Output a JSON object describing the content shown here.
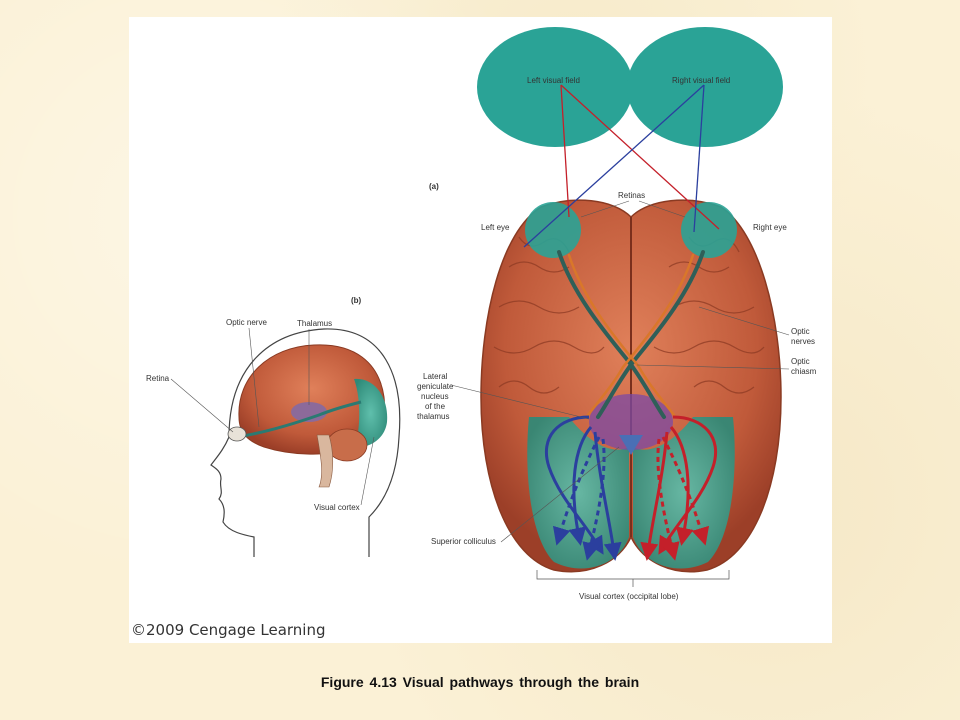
{
  "figure": {
    "panel_a_tag": "(a)",
    "panel_b_tag": "(b)",
    "panel_a_labels": {
      "left_visual_field": "Left visual field",
      "right_visual_field": "Right visual field",
      "retinas": "Retinas",
      "left_eye": "Left eye",
      "right_eye": "Right eye",
      "optic_nerves_1": "Optic",
      "optic_nerves_2": "nerves",
      "optic_chiasm_1": "Optic",
      "optic_chiasm_2": "chiasm",
      "lgn_1": "Lateral",
      "lgn_2": "geniculate",
      "lgn_3": "nucleus",
      "lgn_4": "of the",
      "lgn_5": "thalamus",
      "superior_colliculus": "Superior colliculus",
      "visual_cortex_occipital": "Visual cortex (occipital lobe)"
    },
    "panel_b_labels": {
      "optic_nerve": "Optic nerve",
      "thalamus": "Thalamus",
      "retina": "Retina",
      "visual_cortex": "Visual cortex"
    },
    "colors": {
      "visual_field": "#2aa396",
      "brain": "#c8603f",
      "left_pathway": "#2b3f9e",
      "right_pathway": "#c4202a",
      "cortex_teal": "#3fa08a"
    }
  },
  "copyright": "©2009 Cengage Learning",
  "caption": "Figure 4.13  Visual pathways through the brain"
}
